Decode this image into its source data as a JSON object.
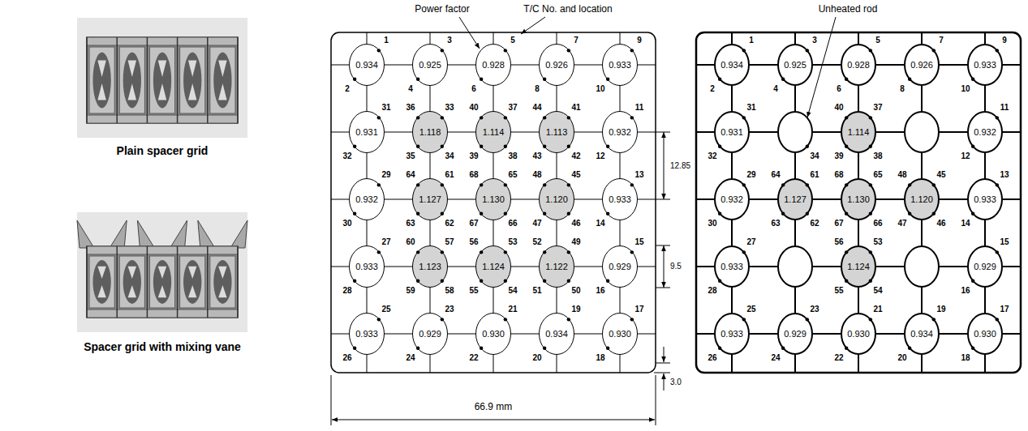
{
  "diagram": {
    "nodes": [
      {
        "text": [
          "0.934"
        ]
      },
      {
        "text": [
          "0.925"
        ]
      },
      {
        "text": [
          "0.928"
        ]
      },
      {
        "text": [
          "0.926"
        ]
      },
      {
        "text": [
          "0.933"
        ]
      },
      {
        "text": [
          "0.931"
        ]
      },
      {
        "text": [
          "1.118"
        ]
      },
      {
        "text": [
          "1.114"
        ]
      },
      {
        "text": [
          "1.113"
        ]
      },
      {
        "text": [
          "0.932"
        ]
      },
      {
        "text": [
          "0.932"
        ]
      },
      {
        "text": [
          "1.127"
        ]
      },
      {
        "text": [
          "1.130"
        ]
      },
      {
        "text": [
          "1.120"
        ]
      },
      {
        "text": [
          "0.933"
        ]
      },
      {
        "text": [
          "0.933"
        ]
      },
      {
        "text": [
          "1.123"
        ]
      },
      {
        "text": [
          "1.124"
        ]
      },
      {
        "text": [
          "1.122"
        ]
      },
      {
        "text": [
          "0.929"
        ]
      },
      {
        "text": [
          "0.933"
        ]
      },
      {
        "text": [
          "0.929"
        ]
      },
      {
        "text": [
          "0.930"
        ]
      },
      {
        "text": [
          "0.934"
        ]
      },
      {
        "text": [
          "0.930"
        ]
      },
      {
        "text": [
          "0.934"
        ]
      },
      {
        "text": [
          "0.925"
        ]
      },
      {
        "text": [
          "0.928"
        ]
      },
      {
        "text": [
          "0.926"
        ]
      },
      {
        "text": [
          "0.933"
        ]
      },
      {
        "text": [
          "0.931"
        ]
      },
      {
        "text": [
          "1.114"
        ]
      },
      {
        "text": [
          "0.932"
        ]
      },
      {
        "text": [
          "0.932"
        ]
      },
      {
        "text": [
          "1.127"
        ]
      },
      {
        "text": [
          "1.130"
        ]
      },
      {
        "text": [
          "1.120"
        ]
      },
      {
        "text": [
          "0.933"
        ]
      },
      {
        "text": [
          "0.933"
        ]
      },
      {
        "text": [
          "1.124"
        ]
      },
      {
        "text": [
          "0.929"
        ]
      },
      {
        "text": [
          "0.933"
        ]
      },
      {
        "text": [
          "0.929"
        ]
      },
      {
        "text": [
          "0.930"
        ]
      },
      {
        "text": [
          "0.934"
        ]
      },
      {
        "text": [
          "0.930"
        ]
      }
    ],
    "labels": [
      "Plain spacer grid",
      "Spacer grid with mixing vane",
      "Power factor",
      "T/C No. and location",
      "12.85",
      "9.5",
      "3.0",
      "66.9 mm",
      "1",
      "2",
      "3",
      "4",
      "5",
      "6",
      "7",
      "8",
      "9",
      "10",
      "31",
      "32",
      "36",
      "33",
      "35",
      "34",
      "40",
      "37",
      "39",
      "38",
      "44",
      "41",
      "43",
      "42",
      "11",
      "12",
      "29",
      "30",
      "64",
      "61",
      "63",
      "62",
      "68",
      "65",
      "67",
      "66",
      "48",
      "45",
      "47",
      "46",
      "13",
      "14",
      "27",
      "28",
      "60",
      "57",
      "59",
      "58",
      "56",
      "53",
      "55",
      "54",
      "52",
      "49",
      "51",
      "50",
      "15",
      "16",
      "25",
      "26",
      "23",
      "24",
      "21",
      "22",
      "19",
      "20",
      "17",
      "18",
      "Unheated rod",
      "1",
      "2",
      "3",
      "4",
      "5",
      "6",
      "7",
      "8",
      "9",
      "10",
      "31",
      "32",
      "34",
      "40",
      "37",
      "39",
      "38",
      "11",
      "12",
      "29",
      "30",
      "64",
      "61",
      "63",
      "62",
      "68",
      "65",
      "67",
      "66",
      "48",
      "45",
      "47",
      "46",
      "13",
      "14",
      "27",
      "28",
      "56",
      "53",
      "55",
      "54",
      "15",
      "16",
      "25",
      "26",
      "23",
      "24",
      "21",
      "22",
      "19",
      "20",
      "17",
      "18"
    ]
  }
}
